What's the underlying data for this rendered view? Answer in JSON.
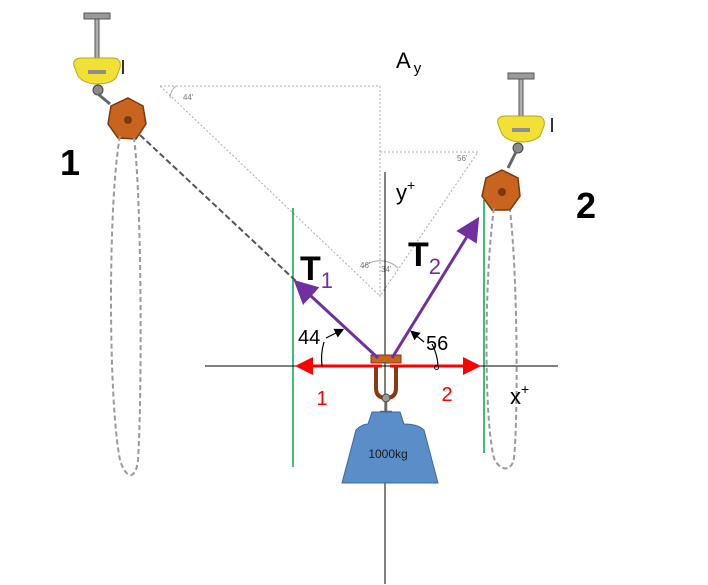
{
  "labels": {
    "anchor_1": "1",
    "anchor_2": "2",
    "point_a": "A",
    "point_a_sub": "y",
    "tension_1": "T",
    "tension_1_sub": "1",
    "tension_2": "T",
    "tension_2_sub": "2",
    "axis_y": "y",
    "axis_y_sup": "+",
    "axis_x": "x",
    "axis_x_sup": "+",
    "angle_1": "44",
    "angle_2": "56",
    "degree_mark": "°",
    "component_1": "1",
    "component_2": "2",
    "weight": "1000kg",
    "triangle_angle_top_left": "44'",
    "triangle_angle_top_right": "56'",
    "triangle_angle_bottom_left": "46'",
    "triangle_angle_bottom_right": "34'"
  },
  "colors": {
    "tension_vector": "#7030a0",
    "horizontal_component": "#ff0000",
    "reference_line": "#00a650",
    "weight_fill": "#5b8ec9",
    "hoist_body": "#c8641e",
    "clamp": "#f2e034",
    "axis": "#000000",
    "chain": "#9a9a9a",
    "triangle_outline": "#aaaaaa"
  }
}
